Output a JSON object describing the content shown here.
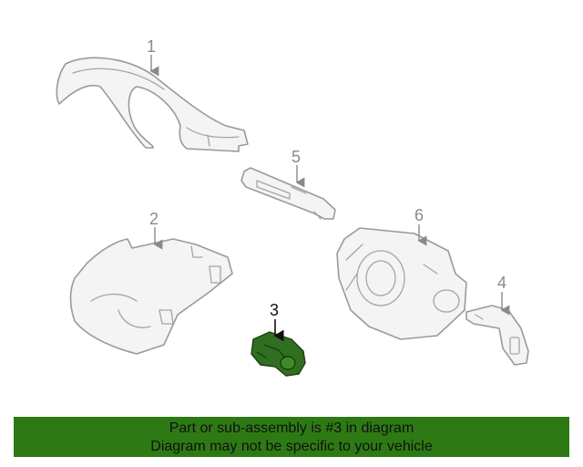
{
  "diagram": {
    "callouts": [
      {
        "id": "1",
        "label": "1"
      },
      {
        "id": "2",
        "label": "2"
      },
      {
        "id": "3",
        "label": "3"
      },
      {
        "id": "4",
        "label": "4"
      },
      {
        "id": "5",
        "label": "5"
      },
      {
        "id": "6",
        "label": "6"
      }
    ],
    "highlighted_part": "3"
  },
  "banner": {
    "line1": "Part or sub-assembly is #3 in diagram",
    "line2": "Diagram may not be specific to your vehicle"
  },
  "colors": {
    "highlight": "#2f6f1f",
    "banner_bg": "#2d7a14",
    "outline": "#9a9a9a"
  }
}
